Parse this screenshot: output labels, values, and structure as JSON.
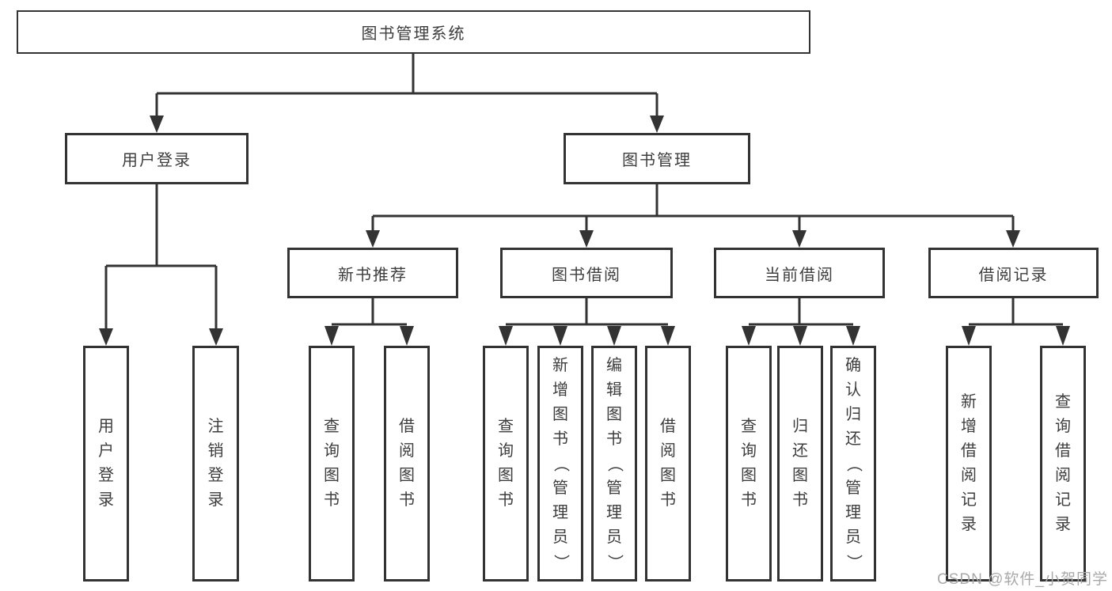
{
  "colors": {
    "line": "#333333",
    "text": "#3d3d3d",
    "box_fill": "#ffffff",
    "background": "#ffffff",
    "watermark": "#a9a9a9"
  },
  "nodes": {
    "root": "图书管理系统",
    "l2_user_login": "用户登录",
    "l2_book_management": "图书管理",
    "l3_new_book_recommend": "新书推荐",
    "l3_book_borrowing": "图书借阅",
    "l3_current_borrowing": "当前借阅",
    "l3_borrowing_records": "借阅记录",
    "leaf_user_login": "用户登录",
    "leaf_logout": "注销登录",
    "leaf_nbr_query": "查询图书",
    "leaf_nbr_borrow": "借阅图书",
    "leaf_bb_query": "查询图书",
    "leaf_bb_add": "新增图书（管理员）",
    "leaf_bb_edit": "编辑图书（管理员）",
    "leaf_bb_borrow": "借阅图书",
    "leaf_cb_query": "查询图书",
    "leaf_cb_return": "归还图书",
    "leaf_cb_confirm": "确认归还（管理员）",
    "leaf_br_add": "新增借阅记录",
    "leaf_br_query": "查询借阅记录"
  },
  "hierarchy": {
    "图书管理系统": [
      "用户登录",
      "图书管理"
    ],
    "用户登录": [
      "用户登录",
      "注销登录"
    ],
    "图书管理": [
      "新书推荐",
      "图书借阅",
      "当前借阅",
      "借阅记录"
    ],
    "新书推荐": [
      "查询图书",
      "借阅图书"
    ],
    "图书借阅": [
      "查询图书",
      "新增图书（管理员）",
      "编辑图书（管理员）",
      "借阅图书"
    ],
    "当前借阅": [
      "查询图书",
      "归还图书",
      "确认归还（管理员）"
    ],
    "借阅记录": [
      "新增借阅记录",
      "查询借阅记录"
    ]
  },
  "watermark": {
    "text": "CSDN @软件_小贺同学"
  }
}
